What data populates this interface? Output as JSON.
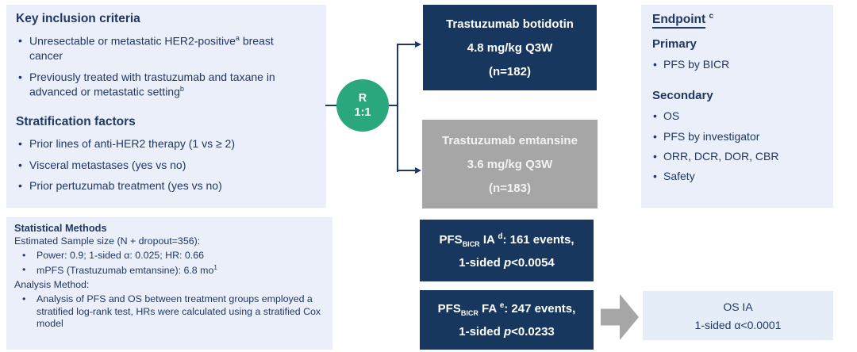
{
  "colors": {
    "navy": "#17375e",
    "text_navy": "#1f3864",
    "panel_bg": "#ebeff9",
    "os_box_bg": "#e4edf8",
    "green": "#2aa77d",
    "gray": "#a6a6a6"
  },
  "inclusion_panel": {
    "title": "Key inclusion criteria",
    "bullets": [
      [
        {
          "t": "Unresectable or metastatic HER2-positive"
        },
        {
          "t": "a",
          "s": "sup"
        },
        {
          "t": " breast cancer"
        }
      ],
      [
        {
          "t": "Previously treated with trastuzumab and taxane in advanced or metastatic setting"
        },
        {
          "t": "b",
          "s": "sup"
        }
      ]
    ],
    "strat_title": "Stratification factors",
    "strat_bullets": [
      "Prior lines of anti-HER2 therapy (1 vs ≥ 2)",
      "Visceral metastases (yes vs no)",
      "Prior pertuzumab treatment (yes vs no)"
    ]
  },
  "stats_panel": {
    "title": "Statistical Methods",
    "sample_line": "Estimated Sample size (N + dropout=356):",
    "sample_bullets": [
      [
        {
          "t": "Power: 0.9; 1-sided α: 0.025; HR: 0.66"
        }
      ],
      [
        {
          "t": "mPFS (Trastuzumab emtansine): 6.8 mo"
        },
        {
          "t": "1",
          "s": "sup"
        }
      ]
    ],
    "analysis_line": "Analysis Method:",
    "analysis_bullets": [
      "Analysis of PFS and OS between treatment groups employed a stratified log-rank test, HRs were calculated using a stratified Cox model"
    ]
  },
  "randomization": {
    "letter": "R",
    "ratio": "1:1"
  },
  "arms": [
    {
      "name": "Trastuzumab botidotin",
      "dose": "4.8 mg/kg  Q3W",
      "n": "(n=182)"
    },
    {
      "name": "Trastuzumab emtansine",
      "dose": "3.6 mg/kg  Q3W",
      "n": "(n=183)"
    }
  ],
  "analyses": [
    {
      "line1": [
        {
          "t": "PFS"
        },
        {
          "t": "BICR",
          "s": "sub"
        },
        {
          "t": " IA "
        },
        {
          "t": "d",
          "s": "sup"
        },
        {
          "t": ": 161 events,"
        }
      ],
      "line2": [
        {
          "t": "1-sided "
        },
        {
          "t": "p",
          "s": "i"
        },
        {
          "t": "<0.0054"
        }
      ]
    },
    {
      "line1": [
        {
          "t": "PFS"
        },
        {
          "t": "BICR",
          "s": "sub"
        },
        {
          "t": " FA "
        },
        {
          "t": "e",
          "s": "sup"
        },
        {
          "t": ": 247 events,"
        }
      ],
      "line2": [
        {
          "t": "1-sided "
        },
        {
          "t": "p",
          "s": "i"
        },
        {
          "t": "<0.0233"
        }
      ]
    }
  ],
  "os_box": {
    "line1": "OS IA",
    "line2": "1-sided α<0.0001"
  },
  "endpoints_panel": {
    "title": "Endpoint",
    "title_sup": "c",
    "primary_label": "Primary",
    "primary_bullets": [
      "PFS by BICR"
    ],
    "secondary_label": "Secondary",
    "secondary_bullets": [
      "OS",
      "PFS by investigator",
      "ORR, DCR, DOR, CBR",
      "Safety"
    ]
  }
}
